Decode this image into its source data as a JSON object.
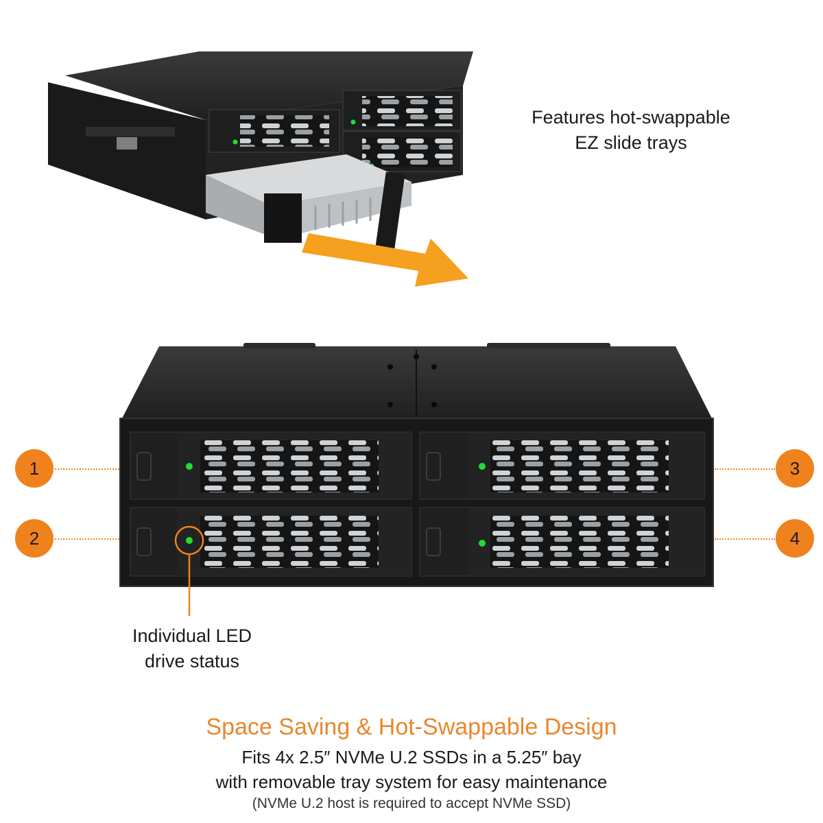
{
  "colors": {
    "accent": "#F0821E",
    "arrow": "#F5A01E",
    "led": "#22DD33",
    "chassis": "#1c1c1c",
    "tray_silver": "#c9cbcc"
  },
  "top_caption": {
    "line1": "Features hot-swappable",
    "line2": "EZ slide trays"
  },
  "callouts": [
    {
      "number": "1"
    },
    {
      "number": "2"
    },
    {
      "number": "3"
    },
    {
      "number": "4"
    }
  ],
  "led_caption": {
    "line1": "Individual LED",
    "line2": "drive status"
  },
  "footer": {
    "title": "Space Saving & Hot-Swappable Design",
    "line1": "Fits 4x 2.5″ NVMe U.2 SSDs in a 5.25″ bay",
    "line2": "with removable tray system for easy maintenance",
    "note": "(NVMe U.2 host is required to accept NVMe SSD)"
  },
  "icons": [
    "hot-swap-arrow-icon",
    "drive-led-icon"
  ]
}
